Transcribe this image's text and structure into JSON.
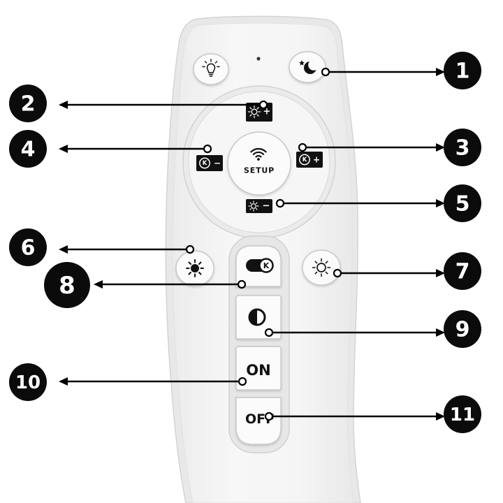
{
  "remote": {
    "setup_label": "SETUP",
    "on_label": "ON",
    "off_label": "OFF",
    "kelvin_symbol": "K",
    "plus_sign": "+",
    "minus_sign": "−"
  },
  "buttons": {
    "bulb": {
      "icon": "bulb-icon"
    },
    "moon": {
      "icon": "moon-star-icon"
    },
    "brightness_up": {
      "icon": "sun-plus-icon"
    },
    "brightness_down": {
      "icon": "sun-minus-icon"
    },
    "color_temp_down": {
      "icon": "kelvin-minus-icon"
    },
    "color_temp_up": {
      "icon": "kelvin-plus-icon"
    },
    "setup": {
      "icon": "wifi-icon"
    },
    "sun_filled": {
      "icon": "sun-filled-icon"
    },
    "sun_outline": {
      "icon": "sun-outline-icon"
    },
    "kelvin_toggle": {
      "icon": "kelvin-toggle-icon"
    },
    "half_circle": {
      "icon": "half-circle-icon"
    }
  },
  "callouts": [
    {
      "number": "1"
    },
    {
      "number": "2"
    },
    {
      "number": "3"
    },
    {
      "number": "4"
    },
    {
      "number": "5"
    },
    {
      "number": "6"
    },
    {
      "number": "7"
    },
    {
      "number": "8"
    },
    {
      "number": "9"
    },
    {
      "number": "10"
    },
    {
      "number": "11"
    }
  ],
  "colors": {
    "background": "#ffffff",
    "callout_fill": "#0b0b0b",
    "callout_text": "#ffffff",
    "leader_line": "#000000",
    "remote_body": "#f4f4f4",
    "remote_edge": "#d4d4d4",
    "icon_ink": "#111111",
    "button_face": "#fbfbfb"
  }
}
